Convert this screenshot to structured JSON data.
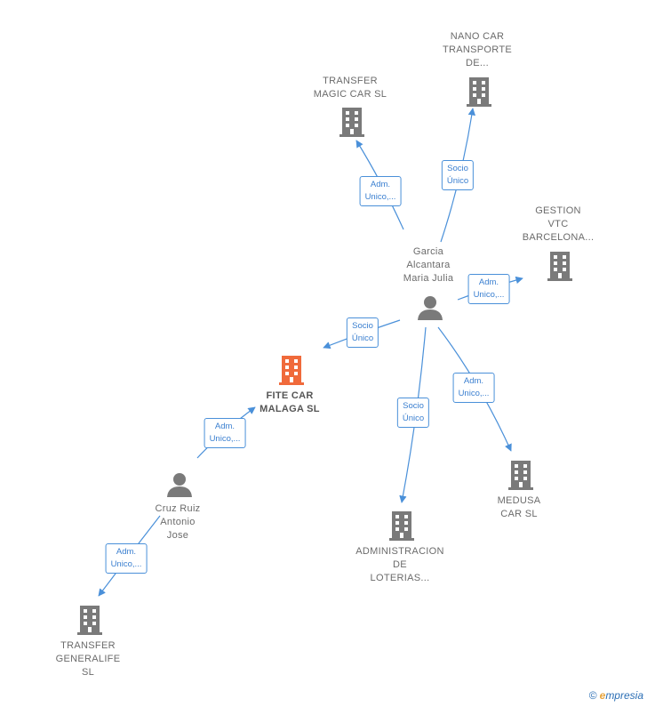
{
  "colors": {
    "building": "#7a7a7a",
    "focus_building": "#f06a3b",
    "person": "#7a7a7a",
    "edge": "#4a90d9"
  },
  "companies": [
    {
      "id": "fite",
      "label": "FITE CAR\nMALAGA  SL",
      "focus": true
    },
    {
      "id": "transfer_magic",
      "label": "TRANSFER\nMAGIC CAR  SL"
    },
    {
      "id": "nano",
      "label": "NANO CAR\nTRANSPORTE\nDE..."
    },
    {
      "id": "gestion",
      "label": "GESTION\nVTC\nBARCELONA..."
    },
    {
      "id": "medusa",
      "label": "MEDUSA\nCAR  SL"
    },
    {
      "id": "admin",
      "label": "ADMINISTRACION\nDE\nLOTERIAS..."
    },
    {
      "id": "transfer_gen",
      "label": "TRANSFER\nGENERALIFE\nSL"
    }
  ],
  "people": [
    {
      "id": "garcia",
      "label": "Garcia\nAlcantara\nMaria Julia"
    },
    {
      "id": "cruz",
      "label": "Cruz Ruiz\nAntonio\nJose"
    }
  ],
  "relations": [
    {
      "id": "r1",
      "label": "Adm.\nUnico,..."
    },
    {
      "id": "r2",
      "label": "Socio\nÚnico"
    },
    {
      "id": "r3",
      "label": "Adm.\nUnico,..."
    },
    {
      "id": "r4",
      "label": "Socio\nÚnico"
    },
    {
      "id": "r5",
      "label": "Socio\nÚnico"
    },
    {
      "id": "r6",
      "label": "Adm.\nUnico,..."
    },
    {
      "id": "r7",
      "label": "Adm.\nUnico,..."
    },
    {
      "id": "r8",
      "label": "Adm.\nUnico,..."
    }
  ],
  "brand": {
    "copyright": "©",
    "name_first": "e",
    "name_rest": "mpresia"
  }
}
